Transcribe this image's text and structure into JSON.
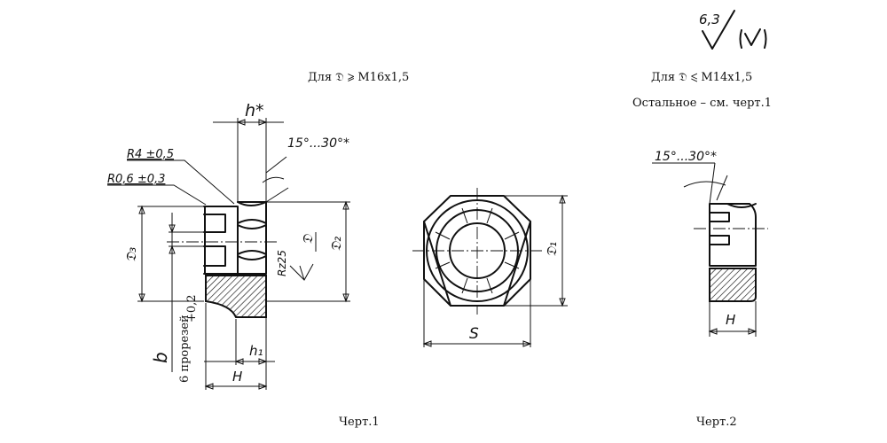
{
  "fig1": {
    "heading": "Для 𝔇 ⩾ M16x1,5",
    "caption": "Черт.1",
    "dim_h_star": "h*",
    "angle": "15°...30°*",
    "r4": "R4 ±0,5",
    "r06": "R0,6 ±0,3",
    "d3": "𝔇₃",
    "d": "𝔇",
    "d2": "𝔇₂",
    "rz": "Rz25",
    "b": "b",
    "slots": "6 прорезей",
    "slots_tol": "+0,2",
    "h1": "h₁",
    "H": "H"
  },
  "top_view": {
    "d1": "𝔇₁",
    "s": "S"
  },
  "fig2": {
    "heading": "Для 𝔇 ⩽ M14x1,5",
    "note": "Остальное – см. черт.1",
    "caption": "Черт.2",
    "angle": "15°...30°*",
    "H": "H"
  },
  "roughness": {
    "value": "6,3"
  }
}
